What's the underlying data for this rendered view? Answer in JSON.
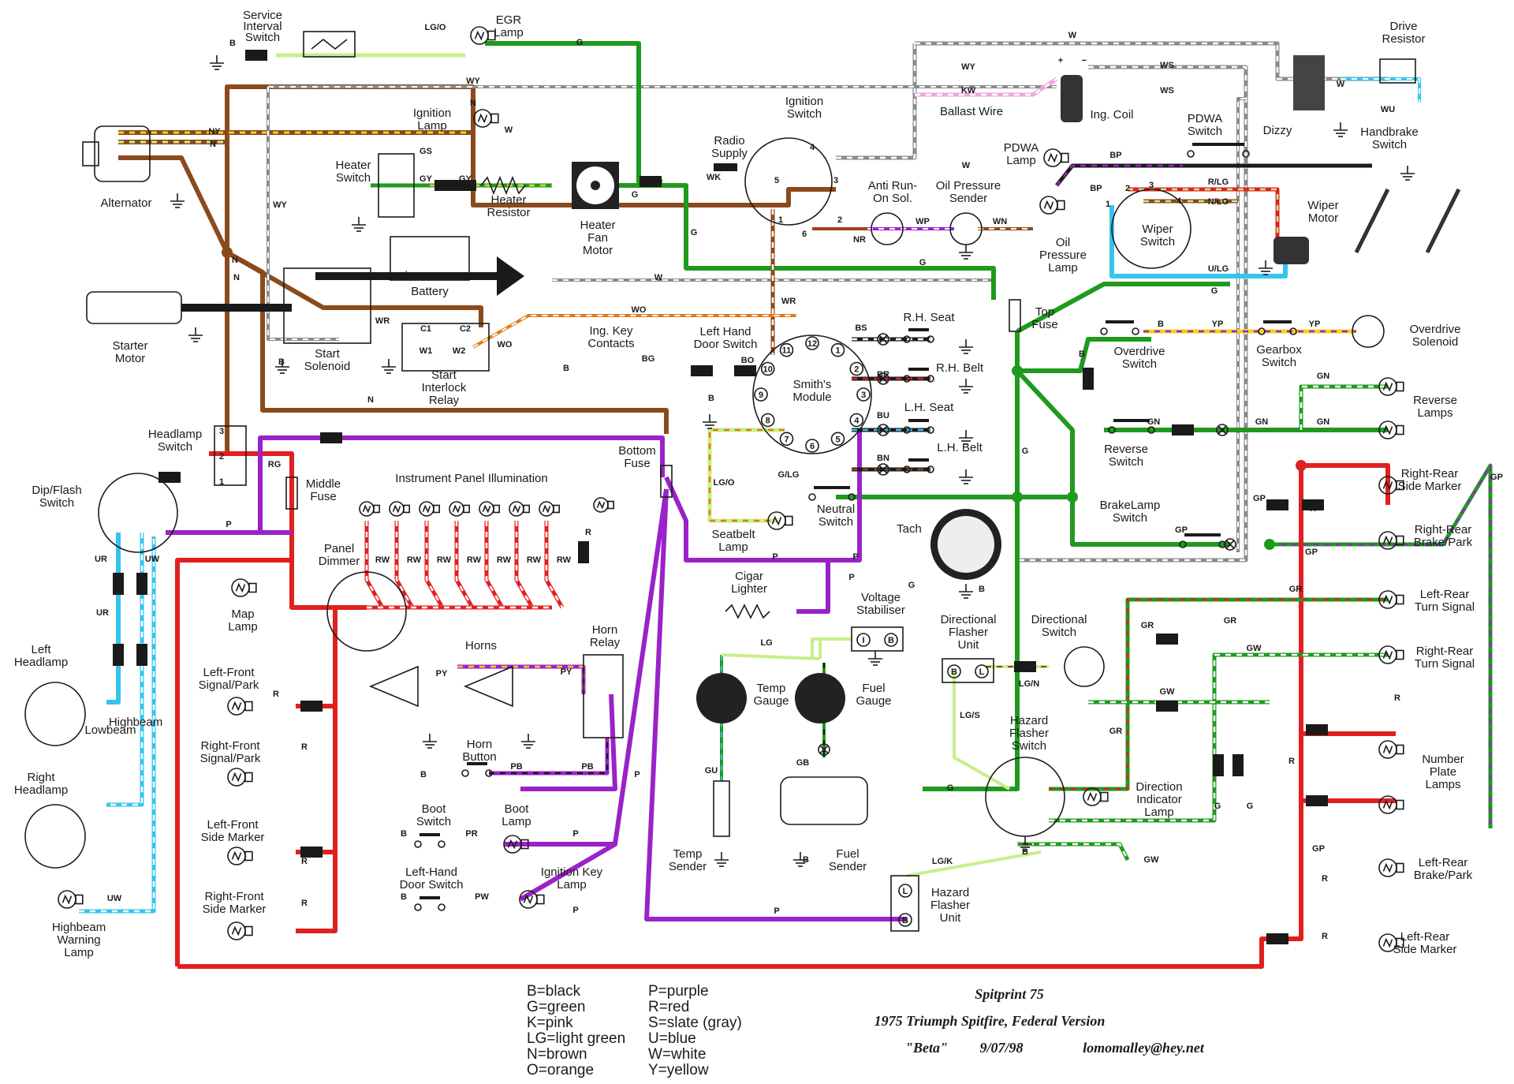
{
  "components": {
    "service_interval_switch": "Service\nInterval\nSwitch",
    "egr_lamp": "EGR\nLamp",
    "drive_resistor": "Drive\nResistor",
    "alternator": "Alternator",
    "ignition_lamp": "Ignition\nLamp",
    "heater_switch": "Heater\nSwitch",
    "heater_resistor": "Heater\nResistor",
    "heater_fan_motor": "Heater\nFan\nMotor",
    "radio_supply": "Radio\nSupply",
    "ignition_switch": "Ignition\nSwitch",
    "ballast_wire": "Ballast Wire",
    "ing_coil": "Ing. Coil",
    "dizzy": "Dizzy",
    "pdwa_switch": "PDWA\nSwitch",
    "handbrake_switch": "Handbrake\nSwitch",
    "pdwa_lamp": "PDWA\nLamp",
    "anti_run_on_sol": "Anti Run-\nOn Sol.",
    "oil_pressure_sender": "Oil Pressure\nSender",
    "oil_pressure_lamp": "Oil\nPressure\nLamp",
    "wiper_switch": "Wiper\nSwitch",
    "wiper_motor": "Wiper\nMotor",
    "battery": "Battery",
    "starter_motor": "Starter\nMotor",
    "start_solenoid": "Start\nSolenoid",
    "start_interlock_relay": "Start\nInterlock\nRelay",
    "top_fuse": "Top\nFuse",
    "ing_key_contacts": "Ing. Key\nContacts",
    "left_hand_door_switch_top": "Left Hand\nDoor Switch",
    "rh_seat": "R.H. Seat",
    "rh_belt": "R.H. Belt",
    "lh_seat": "L.H. Seat",
    "lh_belt": "L.H. Belt",
    "smiths_module": "Smith's\nModule",
    "overdrive_switch": "Overdrive\nSwitch",
    "gearbox_switch": "Gearbox\nSwitch",
    "overdrive_solenoid": "Overdrive\nSolenoid",
    "reverse_lamps": "Reverse\nLamps",
    "reverse_switch": "Reverse\nSwitch",
    "brakelamp_switch": "BrakeLamp\nSwitch",
    "right_rear_side_marker": "Right-Rear\nSide Marker",
    "right_rear_brake_park": "Right-Rear\nBrake/Park",
    "left_rear_turn_signal": "Left-Rear\nTurn Signal",
    "right_rear_turn_signal": "Right-Rear\nTurn Signal",
    "number_plate_lamps": "Number\nPlate\nLamps",
    "left_rear_brake_park": "Left-Rear\nBrake/Park",
    "left_rear_side_marker": "Left-Rear\nSide Marker",
    "headlamp_switch": "Headlamp\nSwitch",
    "dip_flash_switch": "Dip/Flash\nSwitch",
    "middle_fuse": "Middle\nFuse",
    "instrument_panel_illumination": "Instrument Panel Illumination",
    "bottom_fuse": "Bottom\nFuse",
    "seatbelt_lamp": "Seatbelt\nLamp",
    "neutral_switch": "Neutral\nSwitch",
    "tach": "Tach",
    "cigar_lighter": "Cigar\nLighter",
    "voltage_stabiliser": "Voltage\nStabiliser",
    "directional_flasher_unit": "Directional\nFlasher\nUnit",
    "directional_switch": "Directional\nSwitch",
    "panel_dimmer": "Panel\nDimmer",
    "map_lamp": "Map\nLamp",
    "left_headlamp": "Left\nHeadlamp",
    "right_headlamp": "Right\nHeadlamp",
    "highbeam_warning_lamp": "Highbeam\nWarning\nLamp",
    "lowbeam": "Lowbeam",
    "highbeam": "Highbeam",
    "left_front_signal_park": "Left-Front\nSignal/Park",
    "right_front_signal_park": "Right-Front\nSignal/Park",
    "left_front_side_marker": "Left-Front\nSide Marker",
    "right_front_side_marker": "Right-Front\nSide Marker",
    "horns": "Horns",
    "horn_relay": "Horn\nRelay",
    "horn_button": "Horn\nButton",
    "temp_gauge": "Temp\nGauge",
    "fuel_gauge": "Fuel\nGauge",
    "hazard_flasher_switch": "Hazard\nFlasher\nSwitch",
    "direction_indicator_lamp": "Direction\nIndicator\nLamp",
    "boot_switch": "Boot\nSwitch",
    "boot_lamp": "Boot\nLamp",
    "left_hand_door_switch_bottom": "Left-Hand\nDoor Switch",
    "ignition_key_lamp": "Ignition Key\nLamp",
    "temp_sender": "Temp\nSender",
    "fuel_sender": "Fuel\nSender",
    "hazard_flasher_unit": "Hazard\nFlasher\nUnit"
  },
  "wire_codes": {
    "lg_o": "LG/O",
    "g": "G",
    "wy": "WY",
    "w": "W",
    "ws": "WS",
    "kw": "KW",
    "wu": "WU",
    "ny": "NY",
    "n": "N",
    "gs": "GS",
    "gy": "GY",
    "wk": "WK",
    "bp": "BP",
    "r_lg": "R/LG",
    "n_lg": "N/LG",
    "u_lg": "U/LG",
    "wp": "WP",
    "wn": "WN",
    "nr": "NR",
    "wr": "WR",
    "wo": "WO",
    "bg": "BG",
    "bo": "BO",
    "bs": "BS",
    "br": "BR",
    "bu": "BU",
    "bn": "BN",
    "g_lg": "G/LG",
    "yp": "YP",
    "gn": "GN",
    "gp": "GP",
    "r": "R",
    "gr": "GR",
    "gw": "GW",
    "rg": "RG",
    "p": "P",
    "ur": "UR",
    "uw": "UW",
    "rw": "RW",
    "py": "PY",
    "pb": "PB",
    "pr": "PR",
    "pw": "PW",
    "gu": "GU",
    "gb": "GB",
    "lg": "LG",
    "lg_n": "LG/N",
    "lg_s": "LG/S",
    "lg_k": "LG/K",
    "b": "B",
    "c1": "C1",
    "c2": "C2",
    "w1": "W1",
    "w2": "W2",
    "plus": "+",
    "minus": "−",
    "batt_plus": "+",
    "batt_minus": "−"
  },
  "pins": {
    "module": [
      "1",
      "2",
      "3",
      "4",
      "5",
      "6",
      "7",
      "8",
      "9",
      "10",
      "11",
      "12"
    ],
    "ign": [
      "1",
      "2",
      "3",
      "4",
      "5",
      "6"
    ],
    "wiper": [
      "1",
      "2",
      "3",
      "4"
    ],
    "hsw": [
      "3",
      "2",
      "1"
    ],
    "flasher_b": "B",
    "flasher_l": "L",
    "stab_i": "I",
    "stab_b": "B",
    "hazard_l": "L",
    "hazard_b": "B"
  },
  "legend": {
    "left": [
      "B=black",
      "G=green",
      "K=pink",
      "LG=light green",
      "N=brown",
      "O=orange"
    ],
    "right": [
      "P=purple",
      "R=red",
      "S=slate (gray)",
      "U=blue",
      "W=white",
      "Y=yellow"
    ]
  },
  "title_block": {
    "line1": "Spitprint 75",
    "line2": "1975 Triumph Spitfire, Federal  Version",
    "version": "\"Beta\"",
    "date": "9/07/98",
    "email": "lomomalley@hey.net"
  },
  "colors": {
    "black": "#1a1a1a",
    "green": "#1f9a1f",
    "brown": "#8b4a1c",
    "red": "#e02020",
    "purple": "#9a22c8",
    "blue": "#35c4ee",
    "lightgreen": "#c8ee8a",
    "yellow": "#f2d21a",
    "pink": "#f0a6dc",
    "white": "#ffffff",
    "gray": "#8a8a8a",
    "orange": "#e07a1a"
  }
}
